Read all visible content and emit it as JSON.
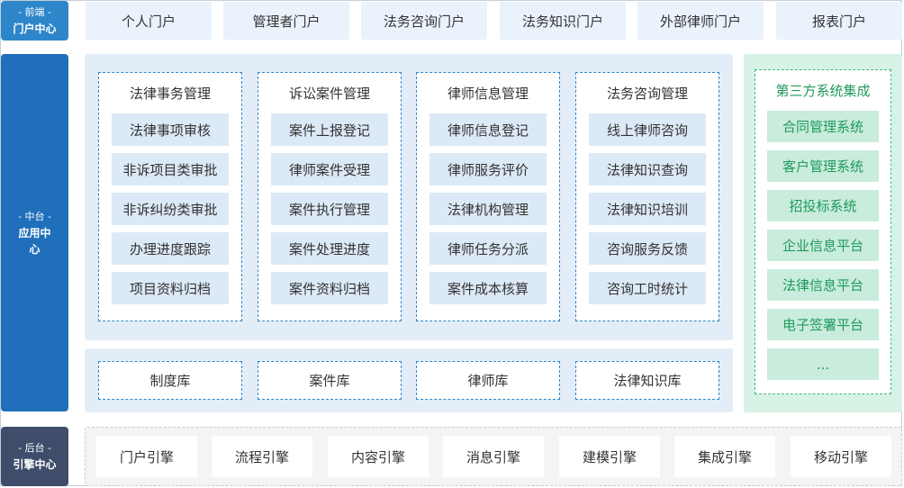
{
  "layers": {
    "front": {
      "sub": "- 前端 -",
      "main": "门户中心"
    },
    "middle": {
      "sub": "- 中台 -",
      "main": "应用中心"
    },
    "back": {
      "sub": "- 后台 -",
      "main": "引擎中心"
    }
  },
  "portals": [
    "个人门户",
    "管理者门户",
    "法务咨询门户",
    "法务知识门户",
    "外部律师门户",
    "报表门户"
  ],
  "modules": [
    {
      "title": "法律事务管理",
      "items": [
        "法律事项审核",
        "非诉项目类审批",
        "非诉纠纷类审批",
        "办理进度跟踪",
        "项目资料归档"
      ]
    },
    {
      "title": "诉讼案件管理",
      "items": [
        "案件上报登记",
        "律师案件受理",
        "案件执行管理",
        "案件处理进度",
        "案件资料归档"
      ]
    },
    {
      "title": "律师信息管理",
      "items": [
        "律师信息登记",
        "律师服务评价",
        "法律机构管理",
        "律师任务分派",
        "案件成本核算"
      ]
    },
    {
      "title": "法务咨询管理",
      "items": [
        "线上律师咨询",
        "法律知识查询",
        "法律知识培训",
        "咨询服务反馈",
        "咨询工时统计"
      ]
    }
  ],
  "libraries": [
    "制度库",
    "案件库",
    "律师库",
    "法律知识库"
  ],
  "third_party": {
    "title": "第三方系统集成",
    "items": [
      "合同管理系统",
      "客户管理系统",
      "招投标系统",
      "企业信息平台",
      "法律信息平台",
      "电子签署平台",
      "..."
    ]
  },
  "engines": [
    "门户引擎",
    "流程引擎",
    "内容引擎",
    "消息引擎",
    "建模引擎",
    "集成引擎",
    "移动引擎"
  ],
  "colors": {
    "front_label": "#2d86c9",
    "middle_label": "#1f6fba",
    "back_label": "#3f4d6a",
    "module_border": "#2d86c9",
    "third_party_text": "#1f9a5c"
  }
}
